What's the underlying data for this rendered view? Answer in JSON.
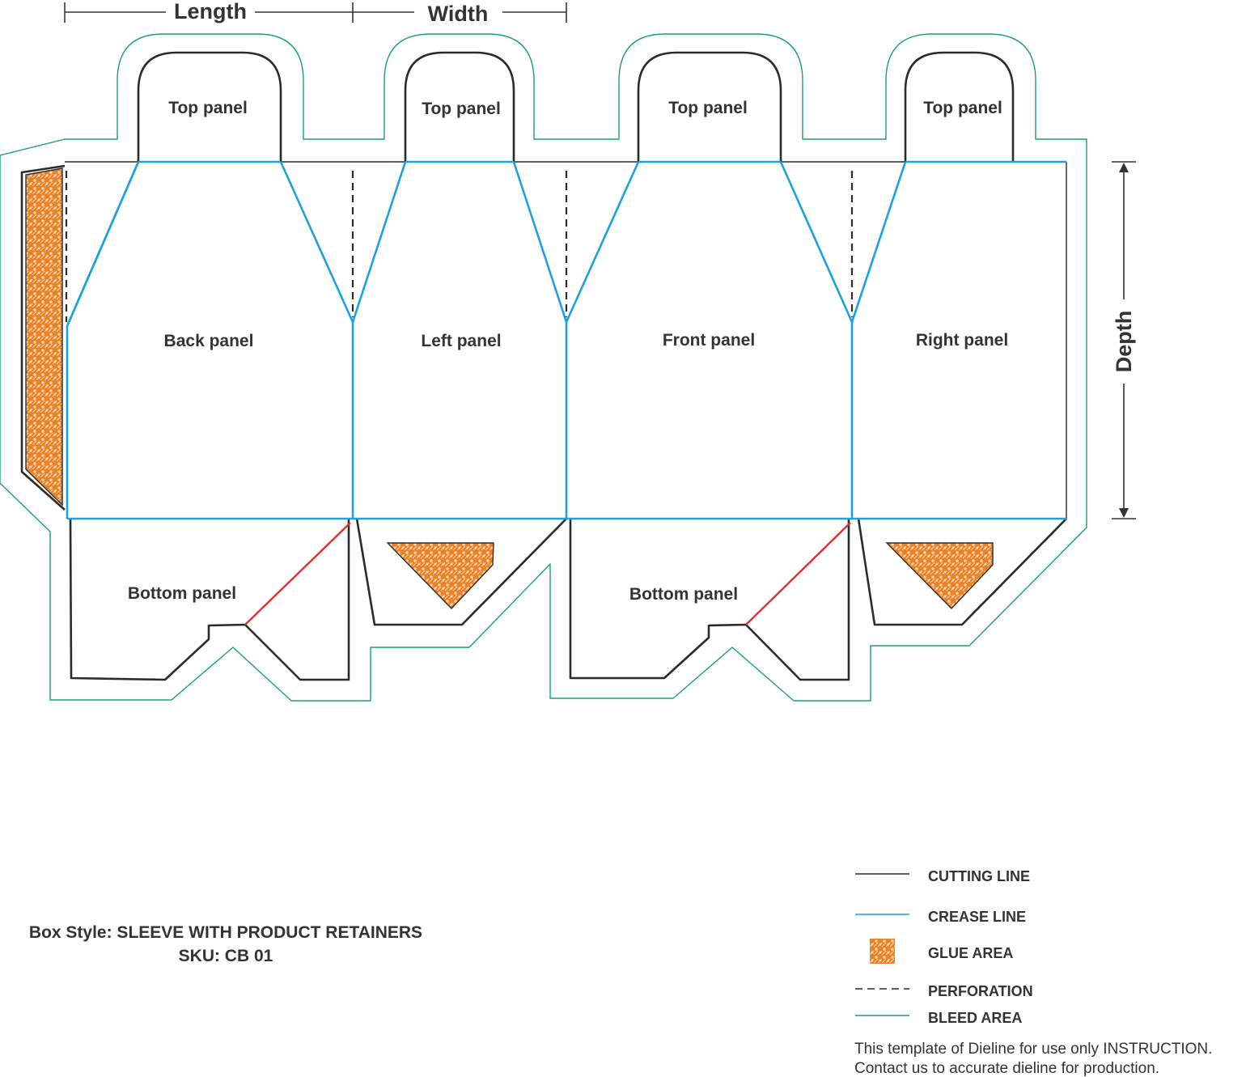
{
  "dimensions": {
    "length": "Length",
    "width": "Width",
    "depth": "Depth"
  },
  "panels": {
    "top": [
      "Top panel",
      "Top panel",
      "Top panel",
      "Top panel"
    ],
    "back": "Back panel",
    "left": "Left panel",
    "front": "Front panel",
    "right": "Right panel",
    "bottom": [
      "Bottom panel",
      "Bottom panel"
    ]
  },
  "box_info": {
    "style": "Box Style: SLEEVE WITH PRODUCT RETAINERS",
    "sku": "SKU: CB 01"
  },
  "legend": {
    "items": [
      {
        "label": "CUTTING LINE",
        "icon": "cutting-line-swatch"
      },
      {
        "label": "CREASE LINE",
        "icon": "crease-line-swatch"
      },
      {
        "label": "GLUE AREA",
        "icon": "glue-area-swatch"
      },
      {
        "label": "PERFORATION",
        "icon": "perforation-swatch"
      },
      {
        "label": "BLEED AREA",
        "icon": "bleed-area-swatch"
      }
    ]
  },
  "note": {
    "line1": "This template of Dieline for use only INSTRUCTION.",
    "line2": "Contact us to accurate dieline for production."
  },
  "colors": {
    "cutting": "#2b2b2b",
    "crease": "#1aa3e0",
    "glue": "#e8832a",
    "bleed": "#1aa36a",
    "accent_red": "#e03030"
  }
}
